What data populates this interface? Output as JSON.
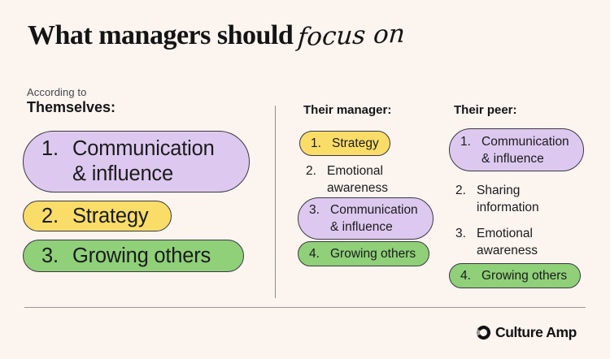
{
  "title": {
    "main": "What managers should",
    "accent": "focus on"
  },
  "columns": [
    {
      "eyebrow": "According to",
      "header": "Themselves:",
      "items": [
        {
          "number": "1.",
          "label": "Communication & influence",
          "highlight": "purple"
        },
        {
          "number": "2.",
          "label": "Strategy",
          "highlight": "yellow"
        },
        {
          "number": "3.",
          "label": "Growing others",
          "highlight": "green"
        }
      ]
    },
    {
      "header": "Their manager:",
      "items": [
        {
          "number": "1.",
          "label": "Strategy",
          "highlight": "yellow"
        },
        {
          "number": "2.",
          "label": "Emotional awareness",
          "highlight": "none"
        },
        {
          "number": "3.",
          "label": "Communication & influence",
          "highlight": "purple"
        },
        {
          "number": "4.",
          "label": "Growing others",
          "highlight": "green"
        }
      ]
    },
    {
      "header": "Their peer:",
      "items": [
        {
          "number": "1.",
          "label": "Communication & influence",
          "highlight": "purple"
        },
        {
          "number": "2.",
          "label": "Sharing information",
          "highlight": "none"
        },
        {
          "number": "3.",
          "label": "Emotional awareness",
          "highlight": "none"
        },
        {
          "number": "4.",
          "label": "Growing others",
          "highlight": "green"
        }
      ]
    }
  ],
  "footer": {
    "brand": "Culture Amp",
    "logo_icon": "culture-amp-logo"
  },
  "colors": {
    "background": "#FBF4EF",
    "purple_highlight": "#DDC9EF",
    "yellow_highlight": "#F9DD68",
    "green_highlight": "#8FD079",
    "pill_border": "#3C3842",
    "text": "#1B1B1D",
    "divider": "#8F8F8F"
  }
}
